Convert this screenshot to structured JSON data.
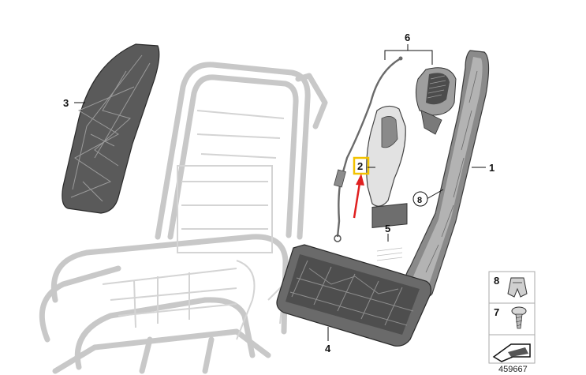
{
  "diagram": {
    "callouts": {
      "part1": "1",
      "part2": "2",
      "part3": "3",
      "part4": "4",
      "part5": "5",
      "part6": "6",
      "part8": "8"
    },
    "highlighted_part": "2",
    "legend": {
      "item8": "8",
      "item7": "7"
    },
    "reference_number": "459667",
    "colors": {
      "frame_outline": "#c8c8c8",
      "part_fill_dark": "#5a5a5a",
      "part_fill_light": "#d9d9d9",
      "highlight_box": "#f2c200",
      "arrow": "#e02020"
    }
  }
}
